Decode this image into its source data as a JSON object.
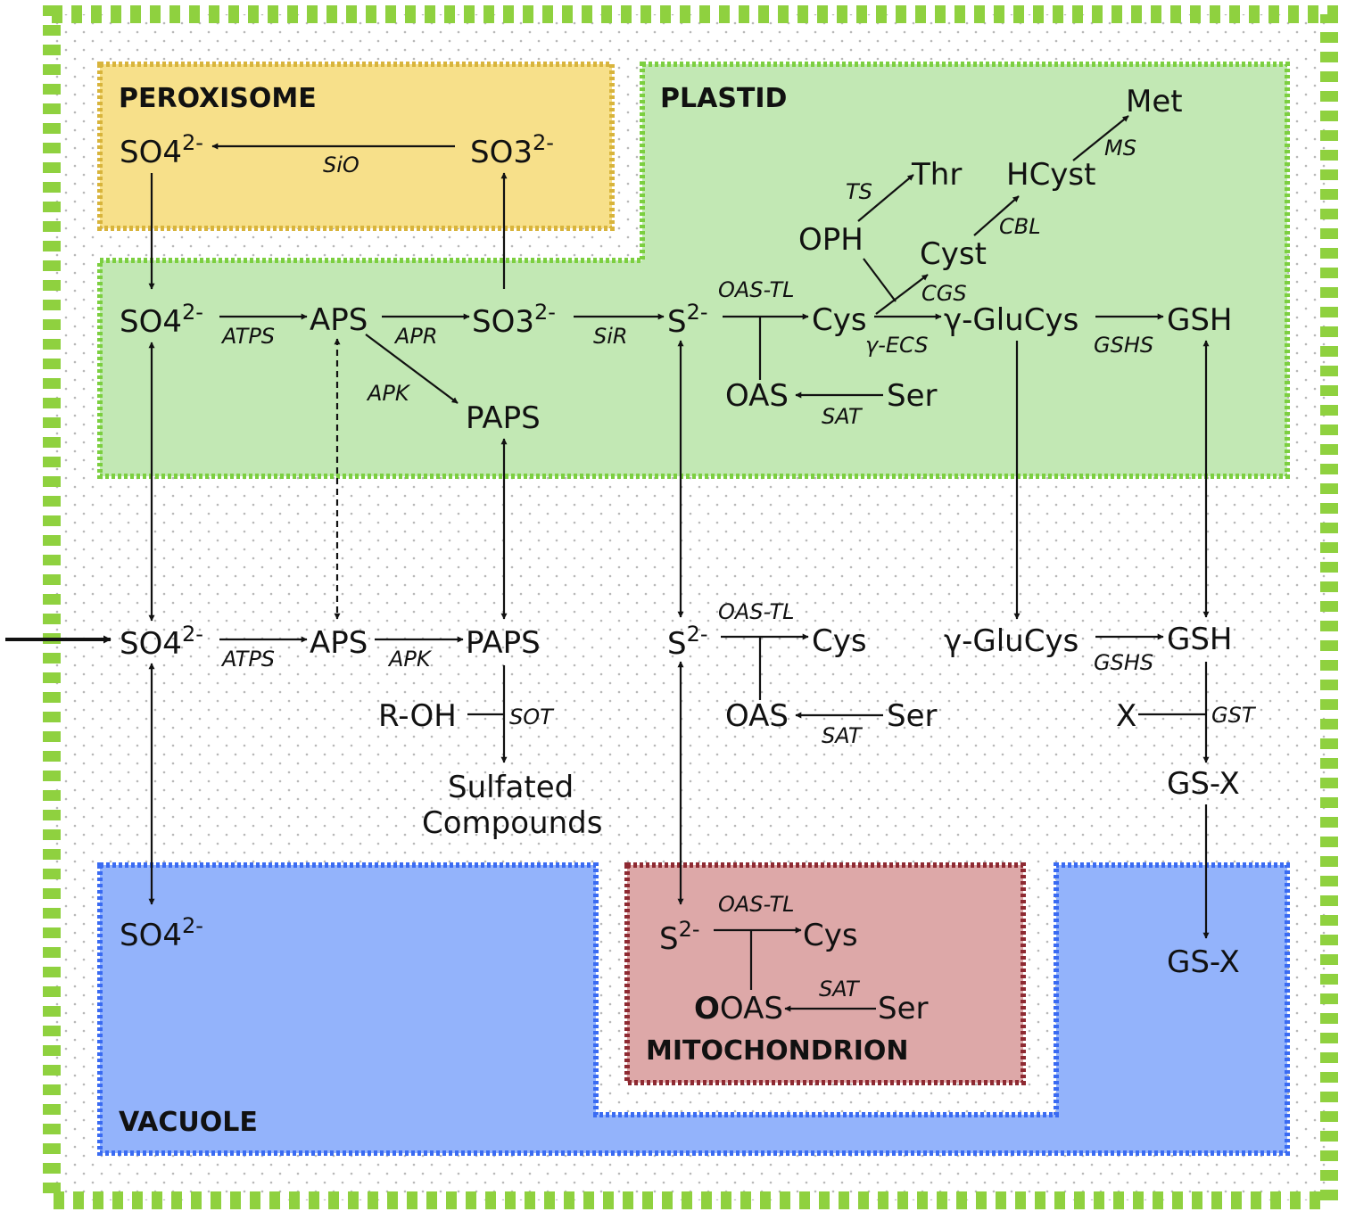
{
  "compartments": {
    "peroxisome": "PEROXISOME",
    "plastid": "PLASTID",
    "vacuole": "VACUOLE",
    "mitochondrion": "MITOCHONDRION"
  },
  "colors": {
    "cell_border": "#8fd13f",
    "peroxisome_fill": "#f7e08a",
    "peroxisome_border": "#d8b43c",
    "plastid_fill": "#c2e8b4",
    "plastid_border": "#7ccf40",
    "vacuole_fill": "#93b3fb",
    "vacuole_border": "#3a6bf2",
    "mito_fill": "#dda8a8",
    "mito_border": "#8e2a32"
  },
  "metabolites": {
    "so4": "SO4",
    "so3": "SO3",
    "charge": "2-",
    "sub4": "4",
    "sub3": "3",
    "s": "S",
    "aps": "APS",
    "paps": "PAPS",
    "cys": "Cys",
    "oas": "OAS",
    "ser": "Ser",
    "oph": "OPH",
    "thr": "Thr",
    "cyst": "Cyst",
    "hcyst": "HCyst",
    "met": "Met",
    "glucys": "γ-GluCys",
    "gsh": "GSH",
    "roh": "R-OH",
    "sulfated_1": "Sulfated",
    "sulfated_2": "Compounds",
    "x": "X",
    "gsx": "GS-X",
    "mito_o": "O"
  },
  "enzymes": {
    "sio": "SiO",
    "atps": "ATPS",
    "apr": "APR",
    "sir": "SiR",
    "apk": "APK",
    "oastl": "OAS-TL",
    "sat": "SAT",
    "ts": "TS",
    "ms": "MS",
    "cbl": "CBL",
    "cgs": "CGS",
    "gecs": "γ-ECS",
    "gshs": "GSHS",
    "sot": "SOT",
    "gst": "GST"
  }
}
